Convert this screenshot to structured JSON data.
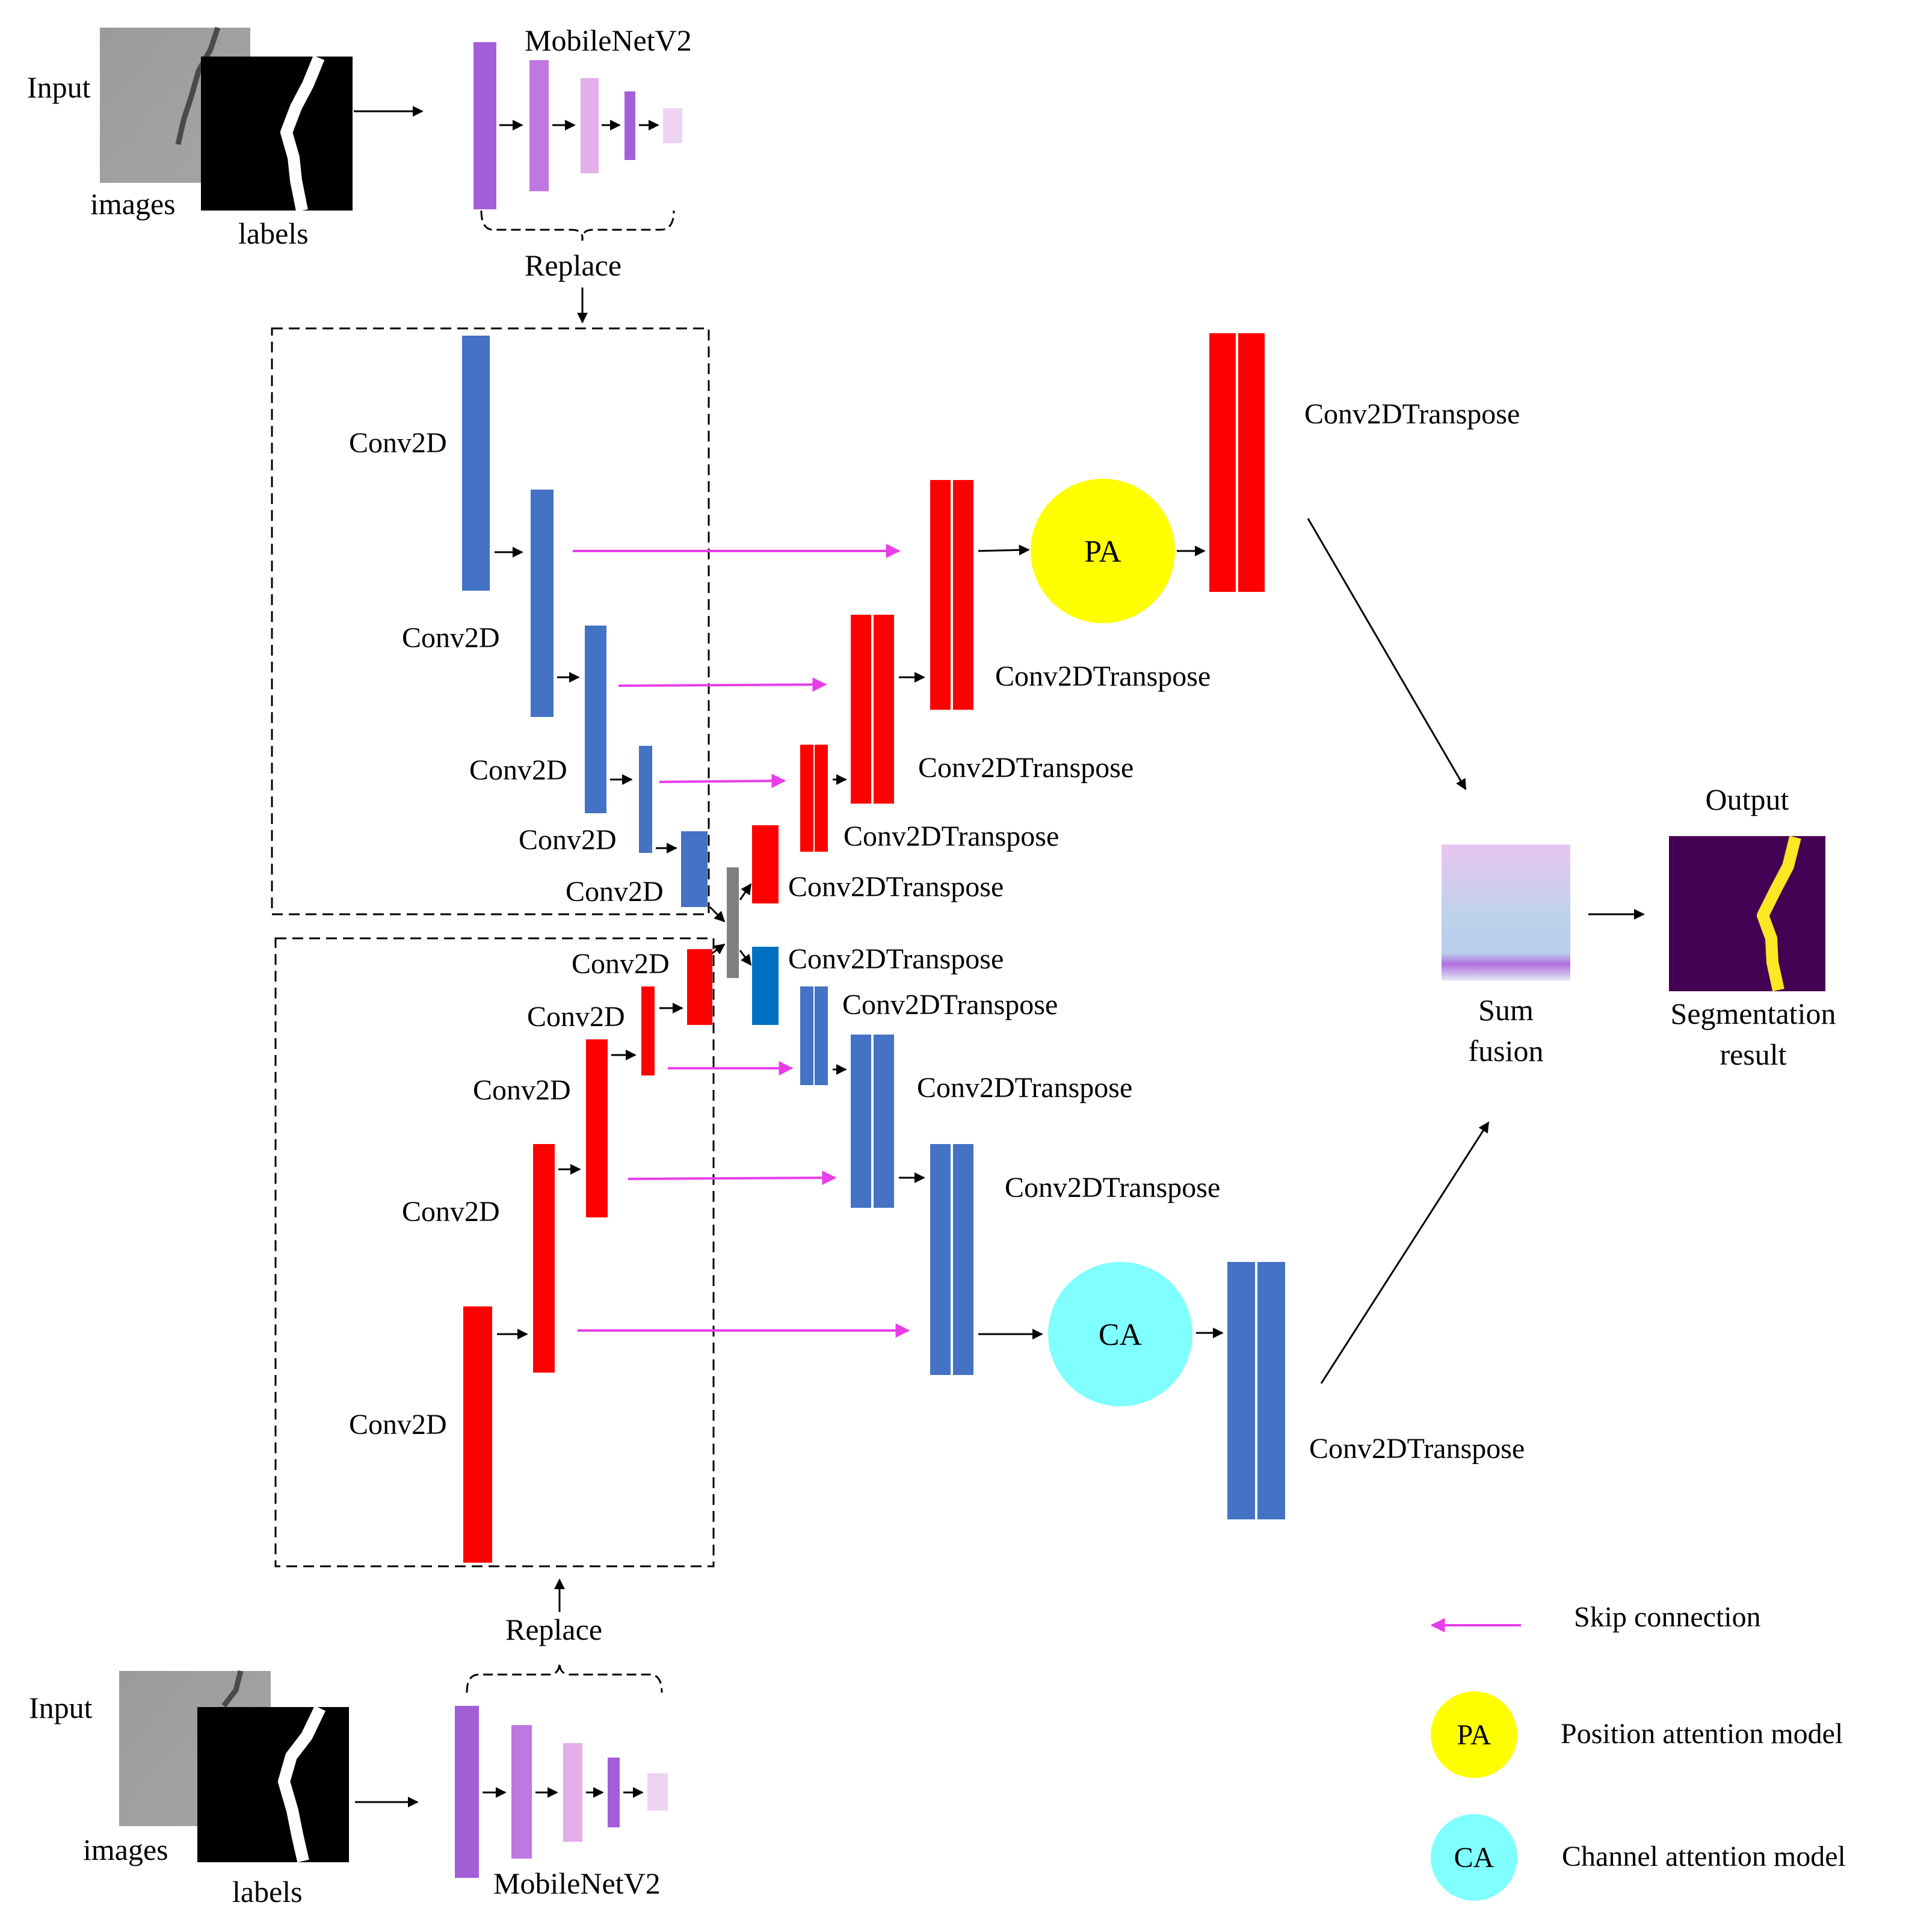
{
  "top_input": {
    "input_label": "Input",
    "images_label": "images",
    "labels_label": "labels",
    "backbone_label": "MobileNetV2",
    "replace_label": "Replace"
  },
  "bottom_input": {
    "input_label": "Input",
    "images_label": "images",
    "labels_label": "labels",
    "backbone_label": "MobileNetV2",
    "replace_label": "Replace"
  },
  "upper_encoder": {
    "conv_labels": [
      "Conv2D",
      "Conv2D",
      "Conv2D",
      "Conv2D",
      "Conv2D"
    ]
  },
  "lower_encoder": {
    "conv_labels": [
      "Conv2D",
      "Conv2D",
      "Conv2D",
      "Conv2D",
      "Conv2D"
    ]
  },
  "upper_decoder": {
    "transpose_labels": [
      "Conv2DTranspose",
      "Conv2DTranspose",
      "Conv2DTranspose",
      "Conv2DTranspose",
      "Conv2DTranspose"
    ],
    "attention_label": "PA"
  },
  "lower_decoder": {
    "transpose_labels": [
      "Conv2DTranspose",
      "Conv2DTranspose",
      "Conv2DTranspose",
      "Conv2DTranspose",
      "Conv2DTranspose"
    ],
    "attention_label": "CA"
  },
  "fusion": {
    "label_line1": "Sum",
    "label_line2": "fusion"
  },
  "output": {
    "title": "Output",
    "label_line1": "Segmentation",
    "label_line2": "result"
  },
  "legend": {
    "skip_label": "Skip connection",
    "pa_symbol": "PA",
    "pa_label": "Position attention model",
    "ca_symbol": "CA",
    "ca_label": "Channel attention model"
  },
  "colors": {
    "encoder_blue": "#4472c4",
    "encoder_red": "#ff0000",
    "skip_magenta": "#e83ee8",
    "pa_yellow": "#ffff00",
    "ca_cyan": "#7fffff",
    "bottleneck_gray": "#808080",
    "bottleneck_blue": "#0070c0",
    "mobilenet_purple": "#a35fd8",
    "mobilenet_light": "#e6b7ee",
    "output_background": "#440154",
    "output_crack": "#fde725"
  }
}
